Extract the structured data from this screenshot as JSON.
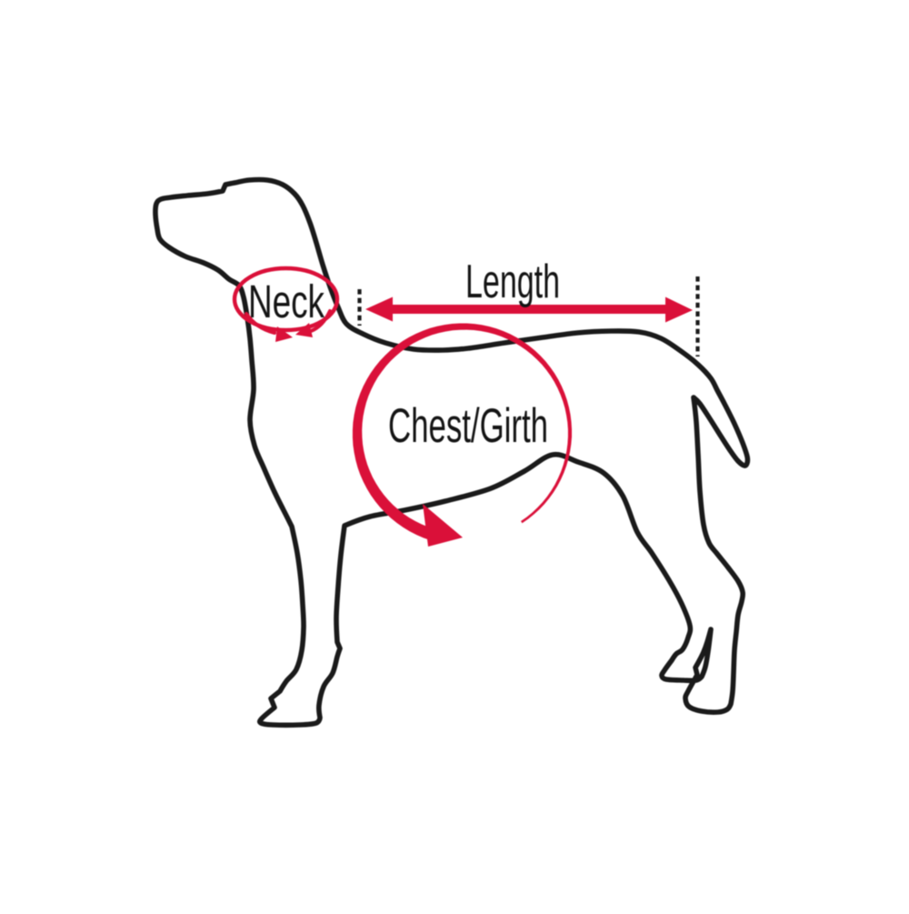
{
  "title": "Dog measuring guide diagram",
  "colors": {
    "background": "#ffffff",
    "outline": "#1a1a1a",
    "accent": "#da1039",
    "label": "#141414"
  },
  "diagram": {
    "type": "measurement-guide",
    "subject": "dog-side-view-outline",
    "measurements": [
      {
        "id": "neck",
        "label": "Neck",
        "indicator": "ellipse-loop-with-two-arrowheads-around-neck"
      },
      {
        "id": "length",
        "label": "Length",
        "indicator": "horizontal-double-headed-arrow-from-withers-to-tail-base-with-dashed-end-ticks"
      },
      {
        "id": "chest",
        "label": "Chest/Girth",
        "indicator": "tapered-circle-arrow-around-chest"
      }
    ]
  }
}
